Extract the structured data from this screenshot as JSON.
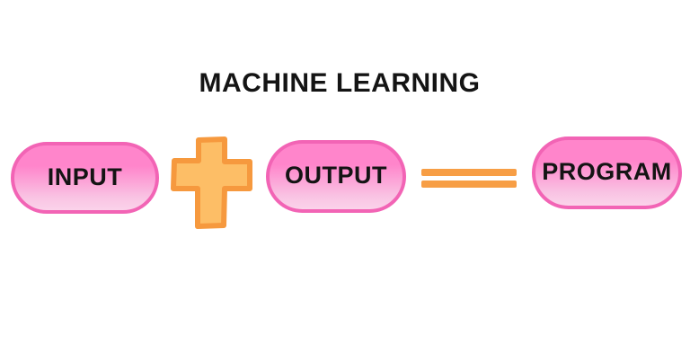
{
  "title": "MACHINE LEARNING",
  "diagram": {
    "nodes": {
      "input": {
        "label": "INPUT"
      },
      "output": {
        "label": "OUTPUT"
      },
      "program": {
        "label": "PROGRAM"
      }
    },
    "operators": {
      "plus": {
        "icon": "plus-icon"
      },
      "equals": {
        "icon": "equals-icon"
      }
    },
    "equation": "INPUT + OUTPUT = PROGRAM"
  },
  "colors": {
    "background": "#FFFFFF",
    "text": "#141414",
    "pill_border": "#F264B5",
    "pill_fill_top": "#FF85CB",
    "pill_fill_bottom": "#FBD3EA",
    "plus_fill": "#FDBE66",
    "plus_stroke": "#F6993E",
    "equals_orange": "#F79E45"
  }
}
